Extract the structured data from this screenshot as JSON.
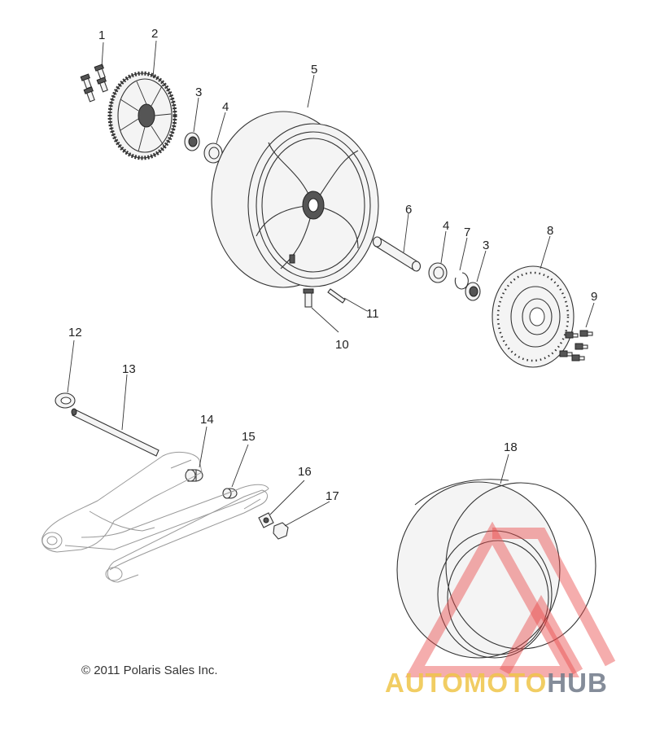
{
  "callouts": [
    "1",
    "2",
    "3",
    "4",
    "5",
    "3",
    "4",
    "6",
    "7",
    "8",
    "9",
    "10",
    "11",
    "12",
    "13",
    "14",
    "15",
    "16",
    "17",
    "18"
  ],
  "copyright": "© 2011 Polaris Sales Inc.",
  "watermark": {
    "part1": "AUTOMOTO",
    "part2": "HUB",
    "color_triangle": "#e84a4a",
    "color_text1": "#eec448",
    "color_text2": "#6e7887"
  }
}
